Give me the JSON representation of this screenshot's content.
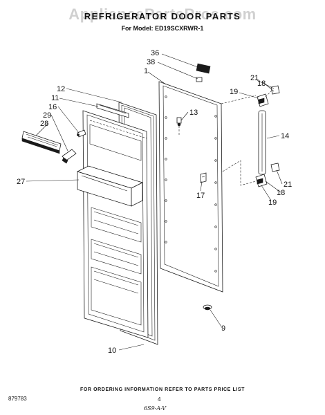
{
  "header": {
    "watermark": "AppliancePartsPros.com",
    "title": "REFRIGERATOR DOOR PARTS",
    "model_line": "For Model: ED19SCXRWR-1"
  },
  "callouts": {
    "c36": "36",
    "c38": "38",
    "c1": "1",
    "c12": "12",
    "c11": "11",
    "c16": "16",
    "c29": "29",
    "c28": "28",
    "c13": "13",
    "c21a": "21",
    "c18a": "18",
    "c19a": "19",
    "c14": "14",
    "c27": "27",
    "c17": "17",
    "c18b": "18",
    "c21b": "21",
    "c19b": "19",
    "c9": "9",
    "c10": "10"
  },
  "footer": {
    "ordering_note": "FOR ORDERING INFORMATION REFER TO PARTS PRICE LIST",
    "document_number": "879783",
    "page_number": "4",
    "handwritten_note": "6S9-A-V"
  }
}
